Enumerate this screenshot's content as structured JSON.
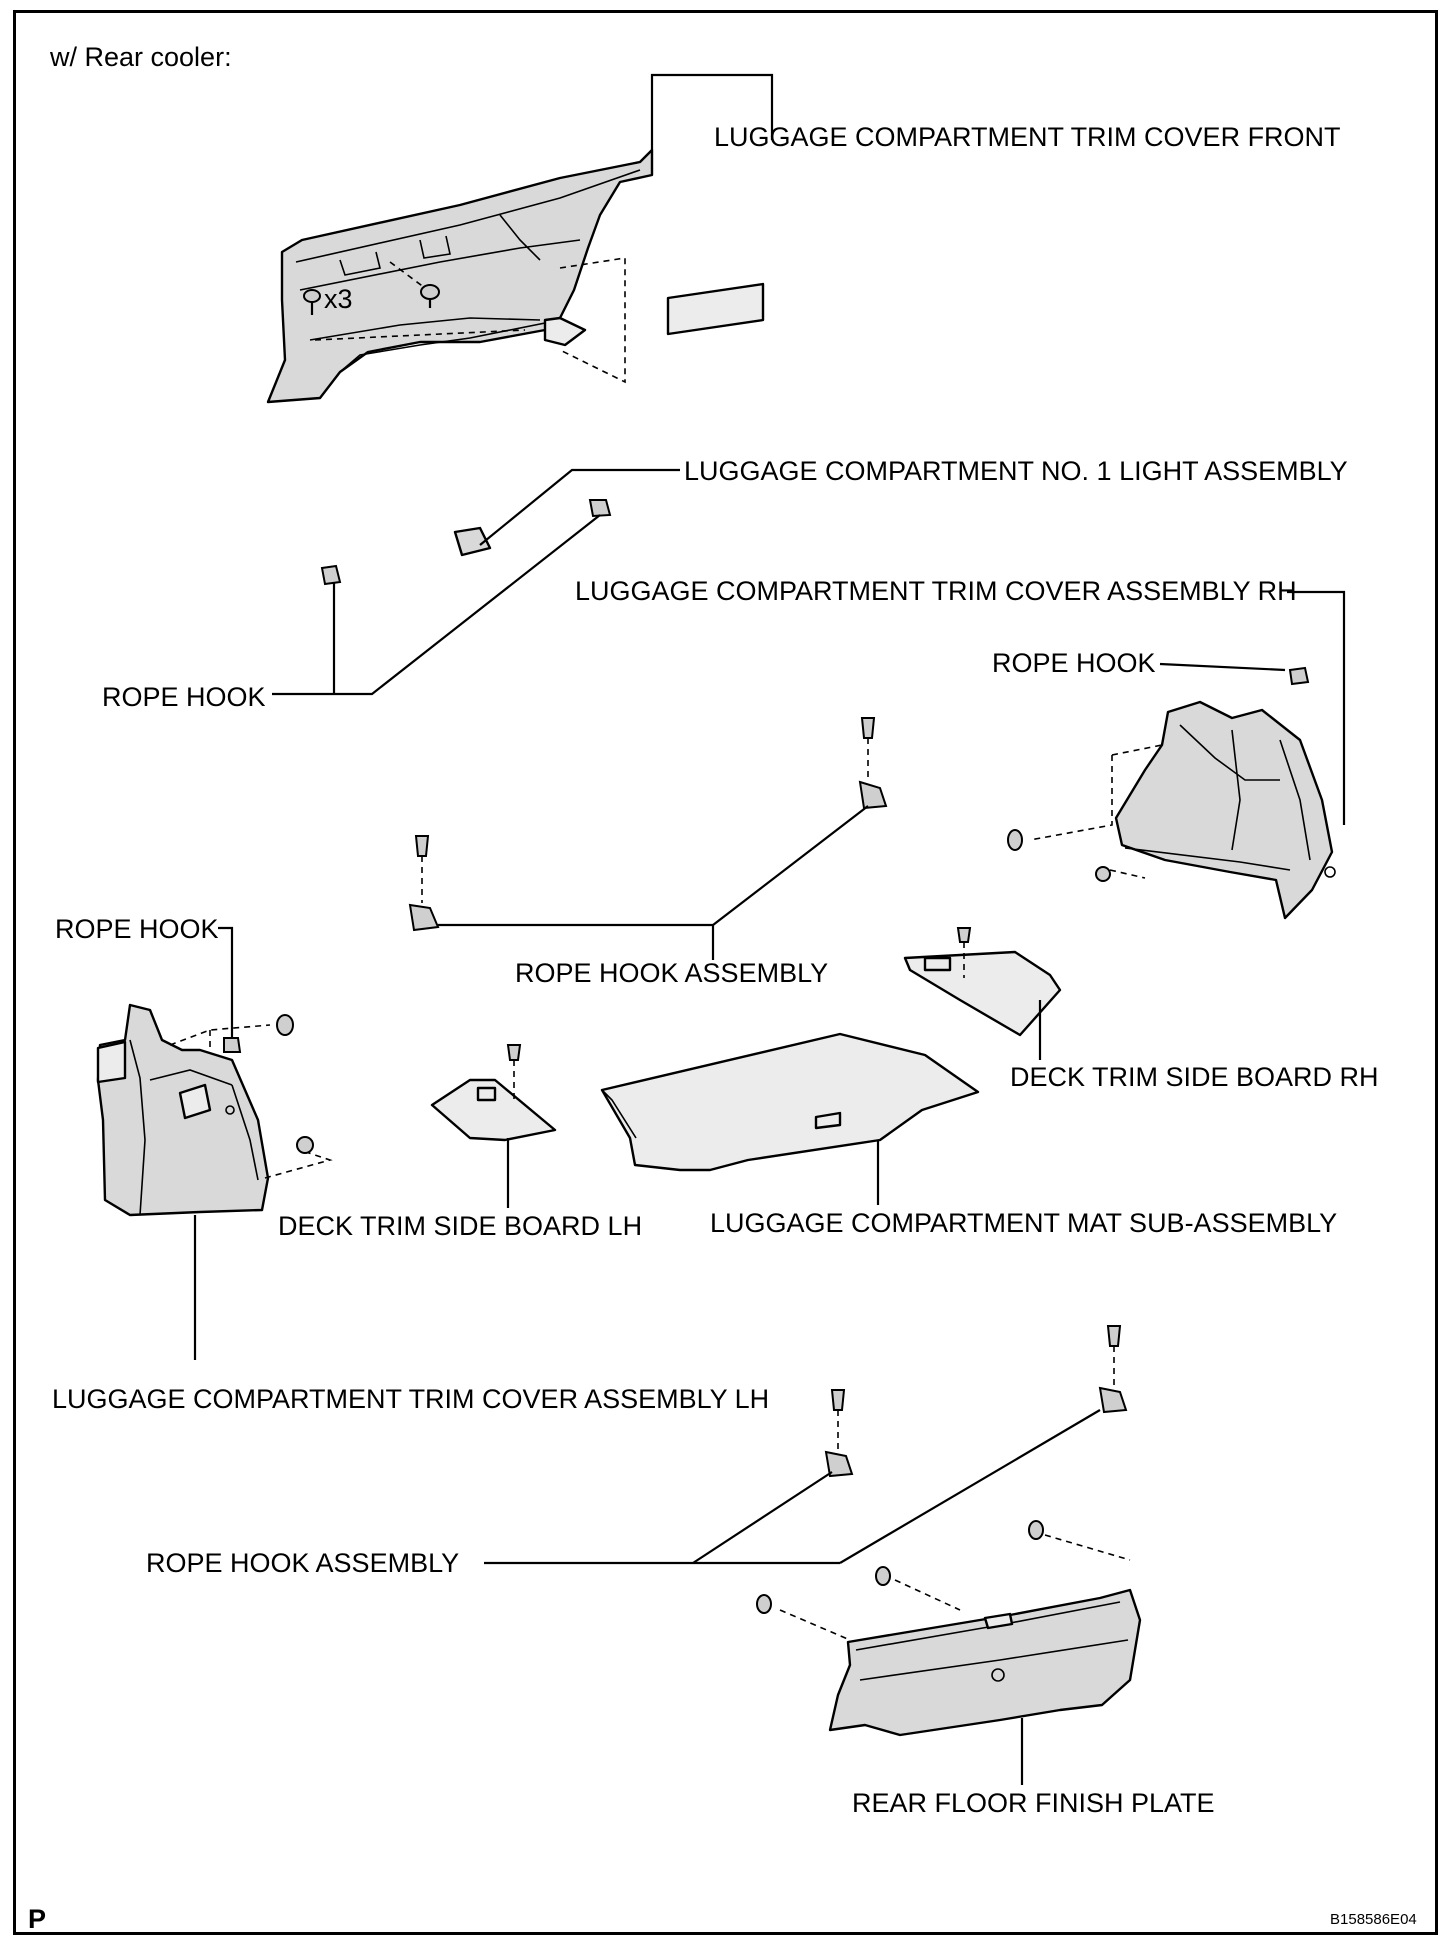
{
  "header": {
    "title": "w/ Rear cooler:"
  },
  "labels": {
    "trim_cover_front": "LUGGAGE COMPARTMENT TRIM COVER FRONT",
    "count_x3": "x3",
    "light_assembly": "LUGGAGE COMPARTMENT NO. 1 LIGHT ASSEMBLY",
    "trim_cover_rh": "LUGGAGE COMPARTMENT TRIM COVER ASSEMBLY RH",
    "rope_hook_left": "ROPE HOOK",
    "rope_hook_rh": "ROPE HOOK",
    "rope_hook_lh": "ROPE HOOK",
    "rope_hook_assembly_upper": "ROPE HOOK ASSEMBLY",
    "deck_board_rh": "DECK TRIM SIDE BOARD RH",
    "deck_board_lh": "DECK TRIM SIDE BOARD LH",
    "mat": "LUGGAGE COMPARTMENT MAT SUB-ASSEMBLY",
    "trim_cover_lh": "LUGGAGE COMPARTMENT TRIM COVER ASSEMBLY LH",
    "rope_hook_assembly_lower": "ROPE HOOK ASSEMBLY",
    "finish_plate": "REAR FLOOR FINISH PLATE"
  },
  "footer": {
    "corner_mark": "P",
    "figure_code": "B158586E04"
  }
}
